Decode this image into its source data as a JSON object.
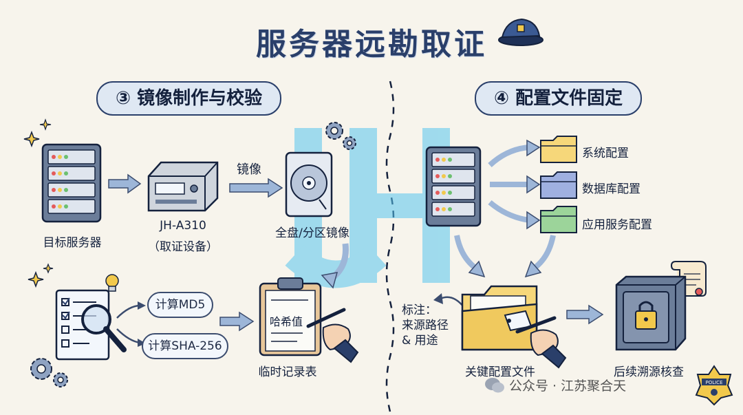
{
  "title": "服务器远勘取证",
  "sections": {
    "left": {
      "label": "③ 镜像制作与校验"
    },
    "right": {
      "label": "④ 配置文件固定"
    }
  },
  "left": {
    "target_server": "目标服务器",
    "device_name": "JH-A310",
    "device_desc": "（取证设备）",
    "arrow_label": "镜像",
    "disk_image": "全盘/分区镜像",
    "calc_md5": "计算MD5",
    "calc_sha": "计算SHA-256",
    "clipboard_text": "哈希值",
    "temp_record": "临时记录表"
  },
  "right": {
    "configs": [
      "系统配置",
      "数据库配置",
      "应用服务配置"
    ],
    "note_lines": [
      "标注：",
      "来源路径",
      "& 用途"
    ],
    "key_config": "关键配置文件",
    "trace_check": "后续溯源核查",
    "badge_text": "POLICE"
  },
  "footer": {
    "source": "公众号 · 江苏聚合天"
  },
  "colors": {
    "accent": "#2a3f6a",
    "arrow": "#9db6d8",
    "folder_yellow": "#f6d77a",
    "folder_blue": "#9fb0e0",
    "folder_green": "#9cd49a",
    "watermark": "#58c6ee"
  }
}
